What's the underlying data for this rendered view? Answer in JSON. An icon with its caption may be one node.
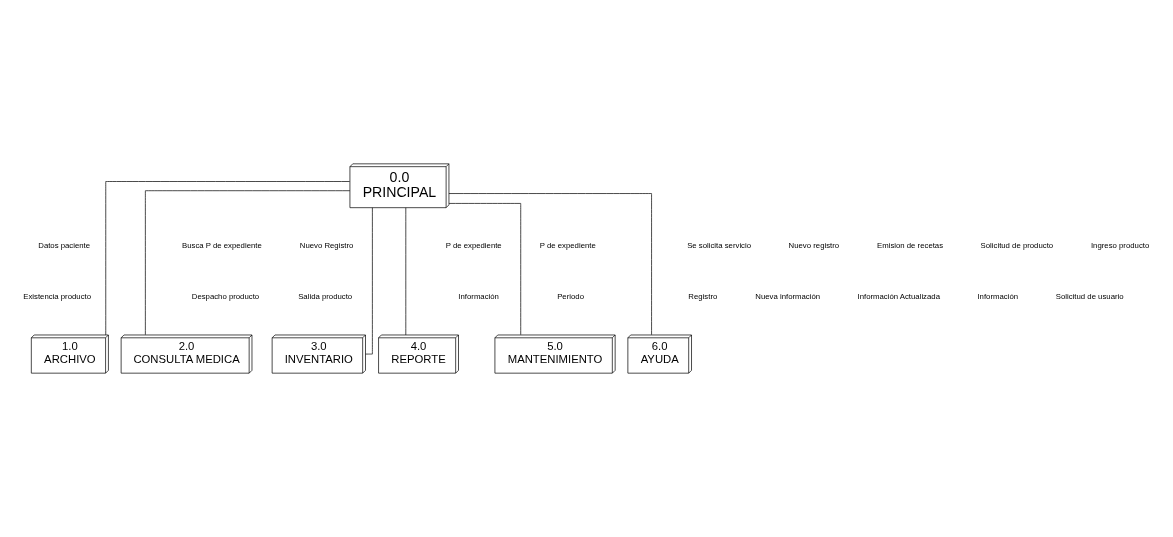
{
  "diagram": {
    "nodes": [
      {
        "text": [
          "0.0",
          "PRINCIPAL"
        ]
      },
      {
        "text": [
          "1.0",
          "ARCHIVO"
        ]
      },
      {
        "text": [
          "2.0",
          "CONSULTA MEDICA"
        ]
      },
      {
        "text": [
          "3.0",
          "INVENTARIO"
        ]
      },
      {
        "text": [
          "4.0",
          "REPORTE"
        ]
      },
      {
        "text": [
          "5.0",
          "MANTENIMIENTO"
        ]
      },
      {
        "text": [
          "6.0",
          "AYUDA"
        ]
      }
    ],
    "edges": [
      {
        "from": 0,
        "to": 1,
        "arrow": "none"
      },
      {
        "from": 0,
        "to": 2,
        "arrow": "none"
      },
      {
        "from": 0,
        "to": 3,
        "arrow": "none"
      },
      {
        "from": 0,
        "to": 4,
        "arrow": "none"
      },
      {
        "from": 0,
        "to": 5,
        "arrow": "none"
      },
      {
        "from": 0,
        "to": 6,
        "arrow": "none"
      }
    ],
    "labels": [
      "Datos paciente",
      "Busca P de expediente",
      "Nuevo Registro",
      "P de expediente",
      "P de expediente",
      "Se solicita servicio",
      "Nuevo registro",
      "Emision de recetas",
      "Solicitud de producto",
      "Ingreso producto",
      "Existencia producto",
      "Despacho producto",
      "Salida producto",
      "Información",
      "Periodo",
      "Registro",
      "Nueva información",
      "Información Actualizada",
      "Información",
      "Solicitud de usuario"
    ]
  }
}
